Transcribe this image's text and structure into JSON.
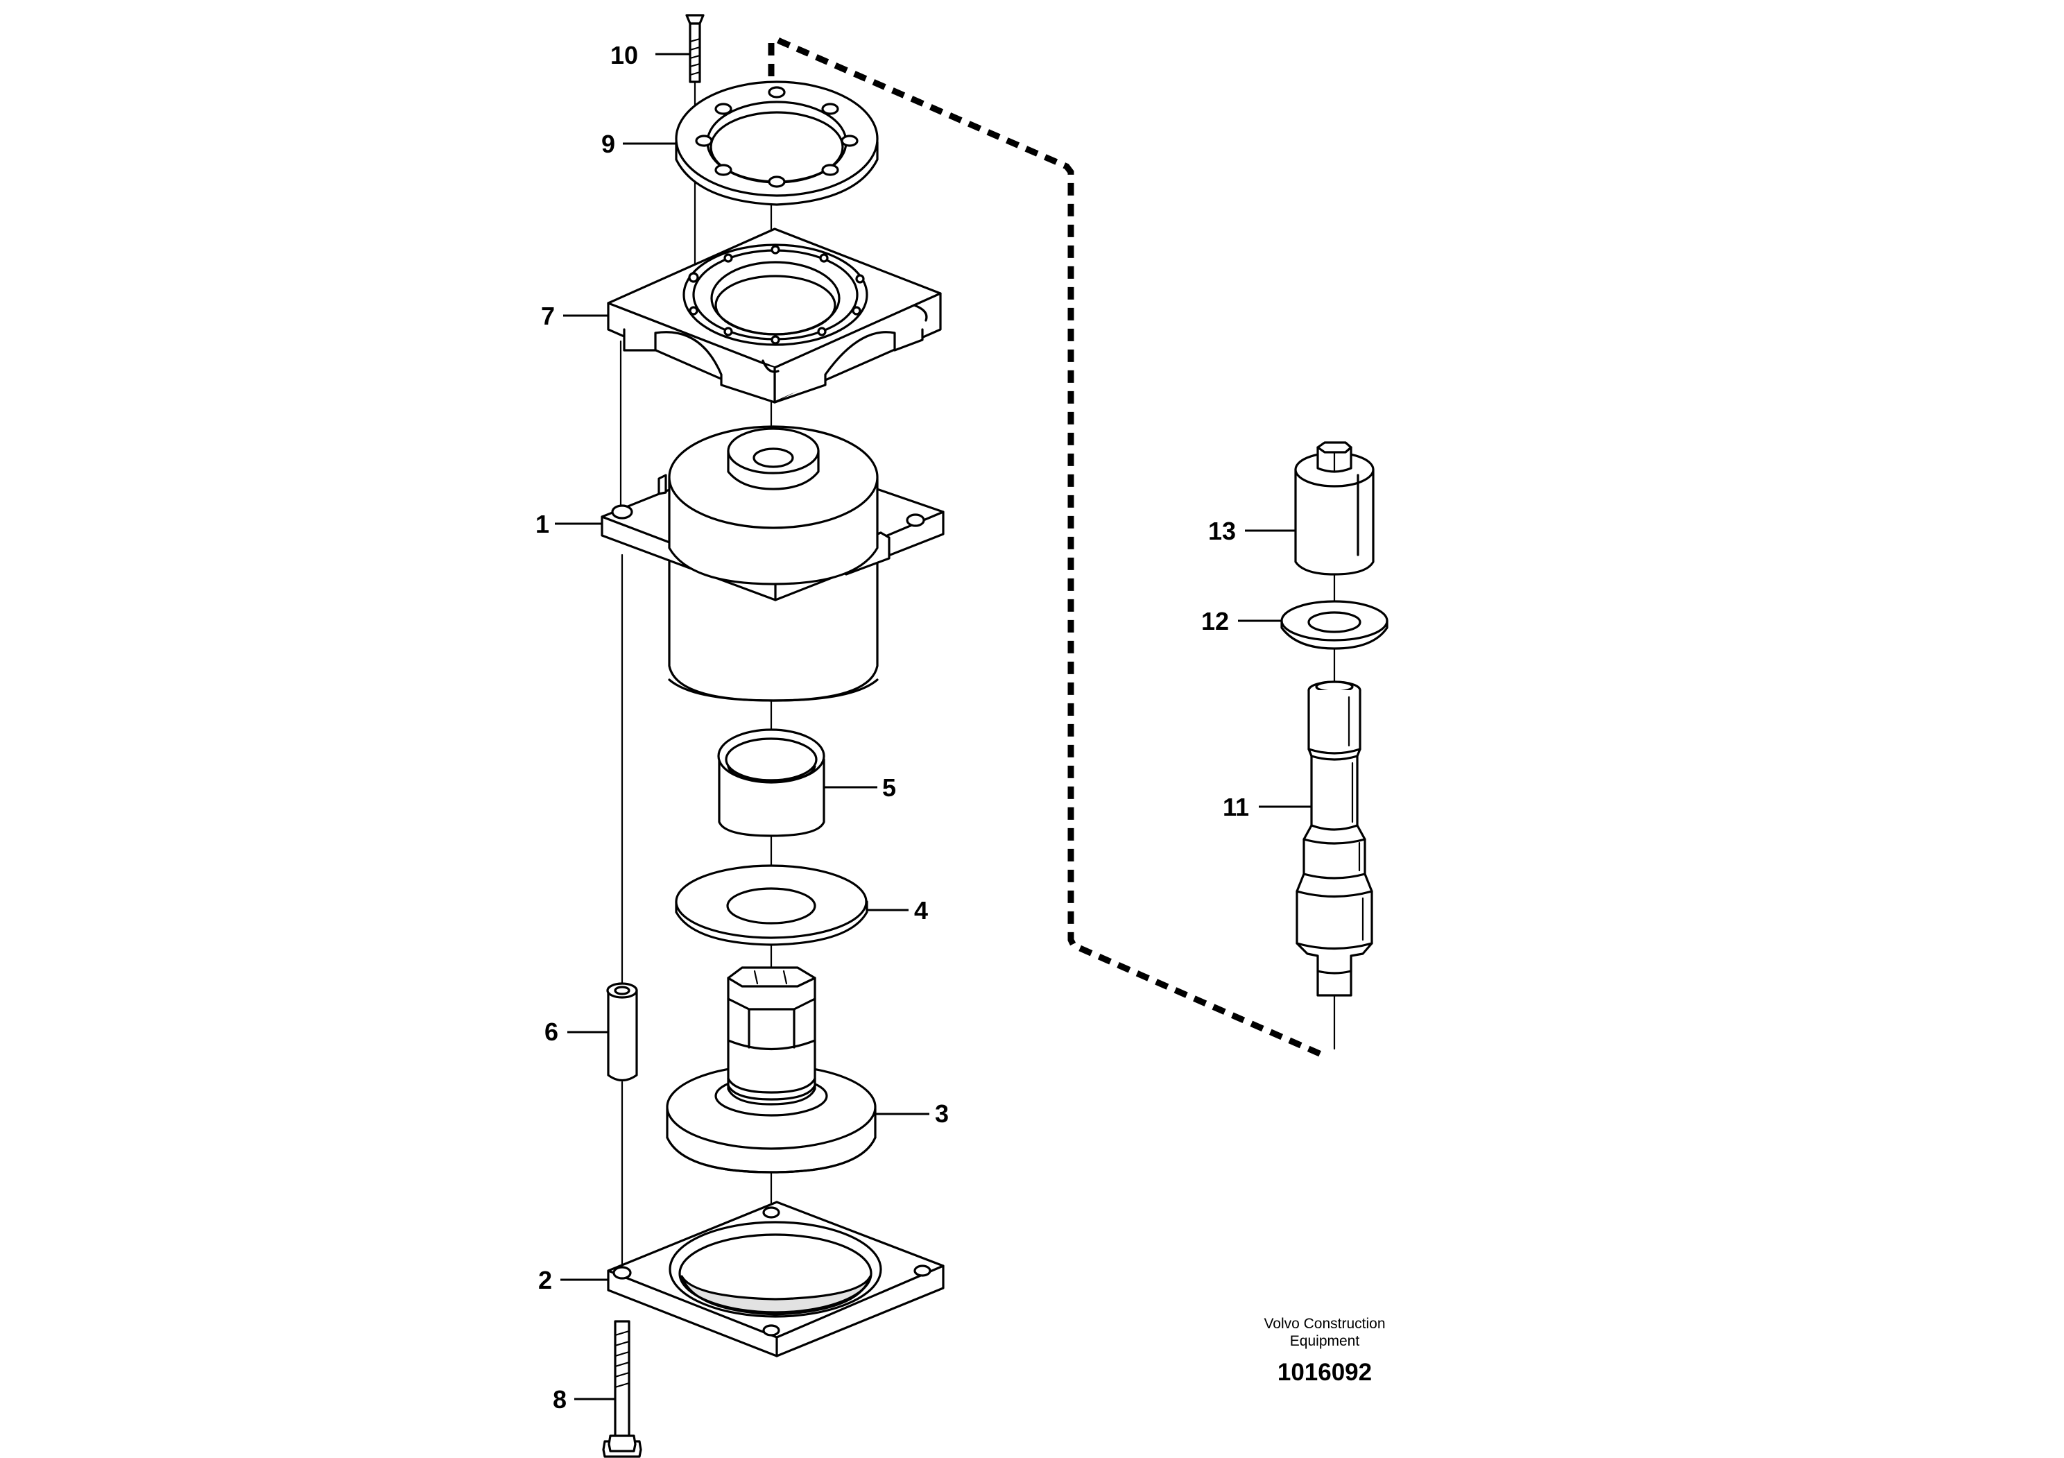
{
  "callouts": {
    "c1": "1",
    "c2": "2",
    "c3": "3",
    "c4": "4",
    "c5": "5",
    "c6": "6",
    "c7": "7",
    "c8": "8",
    "c9": "9",
    "c10": "10",
    "c11": "11",
    "c12": "12",
    "c13": "13"
  },
  "footer": {
    "brand_line1": "Volvo Construction",
    "brand_line2": "Equipment",
    "drawing_number": "1016092"
  }
}
